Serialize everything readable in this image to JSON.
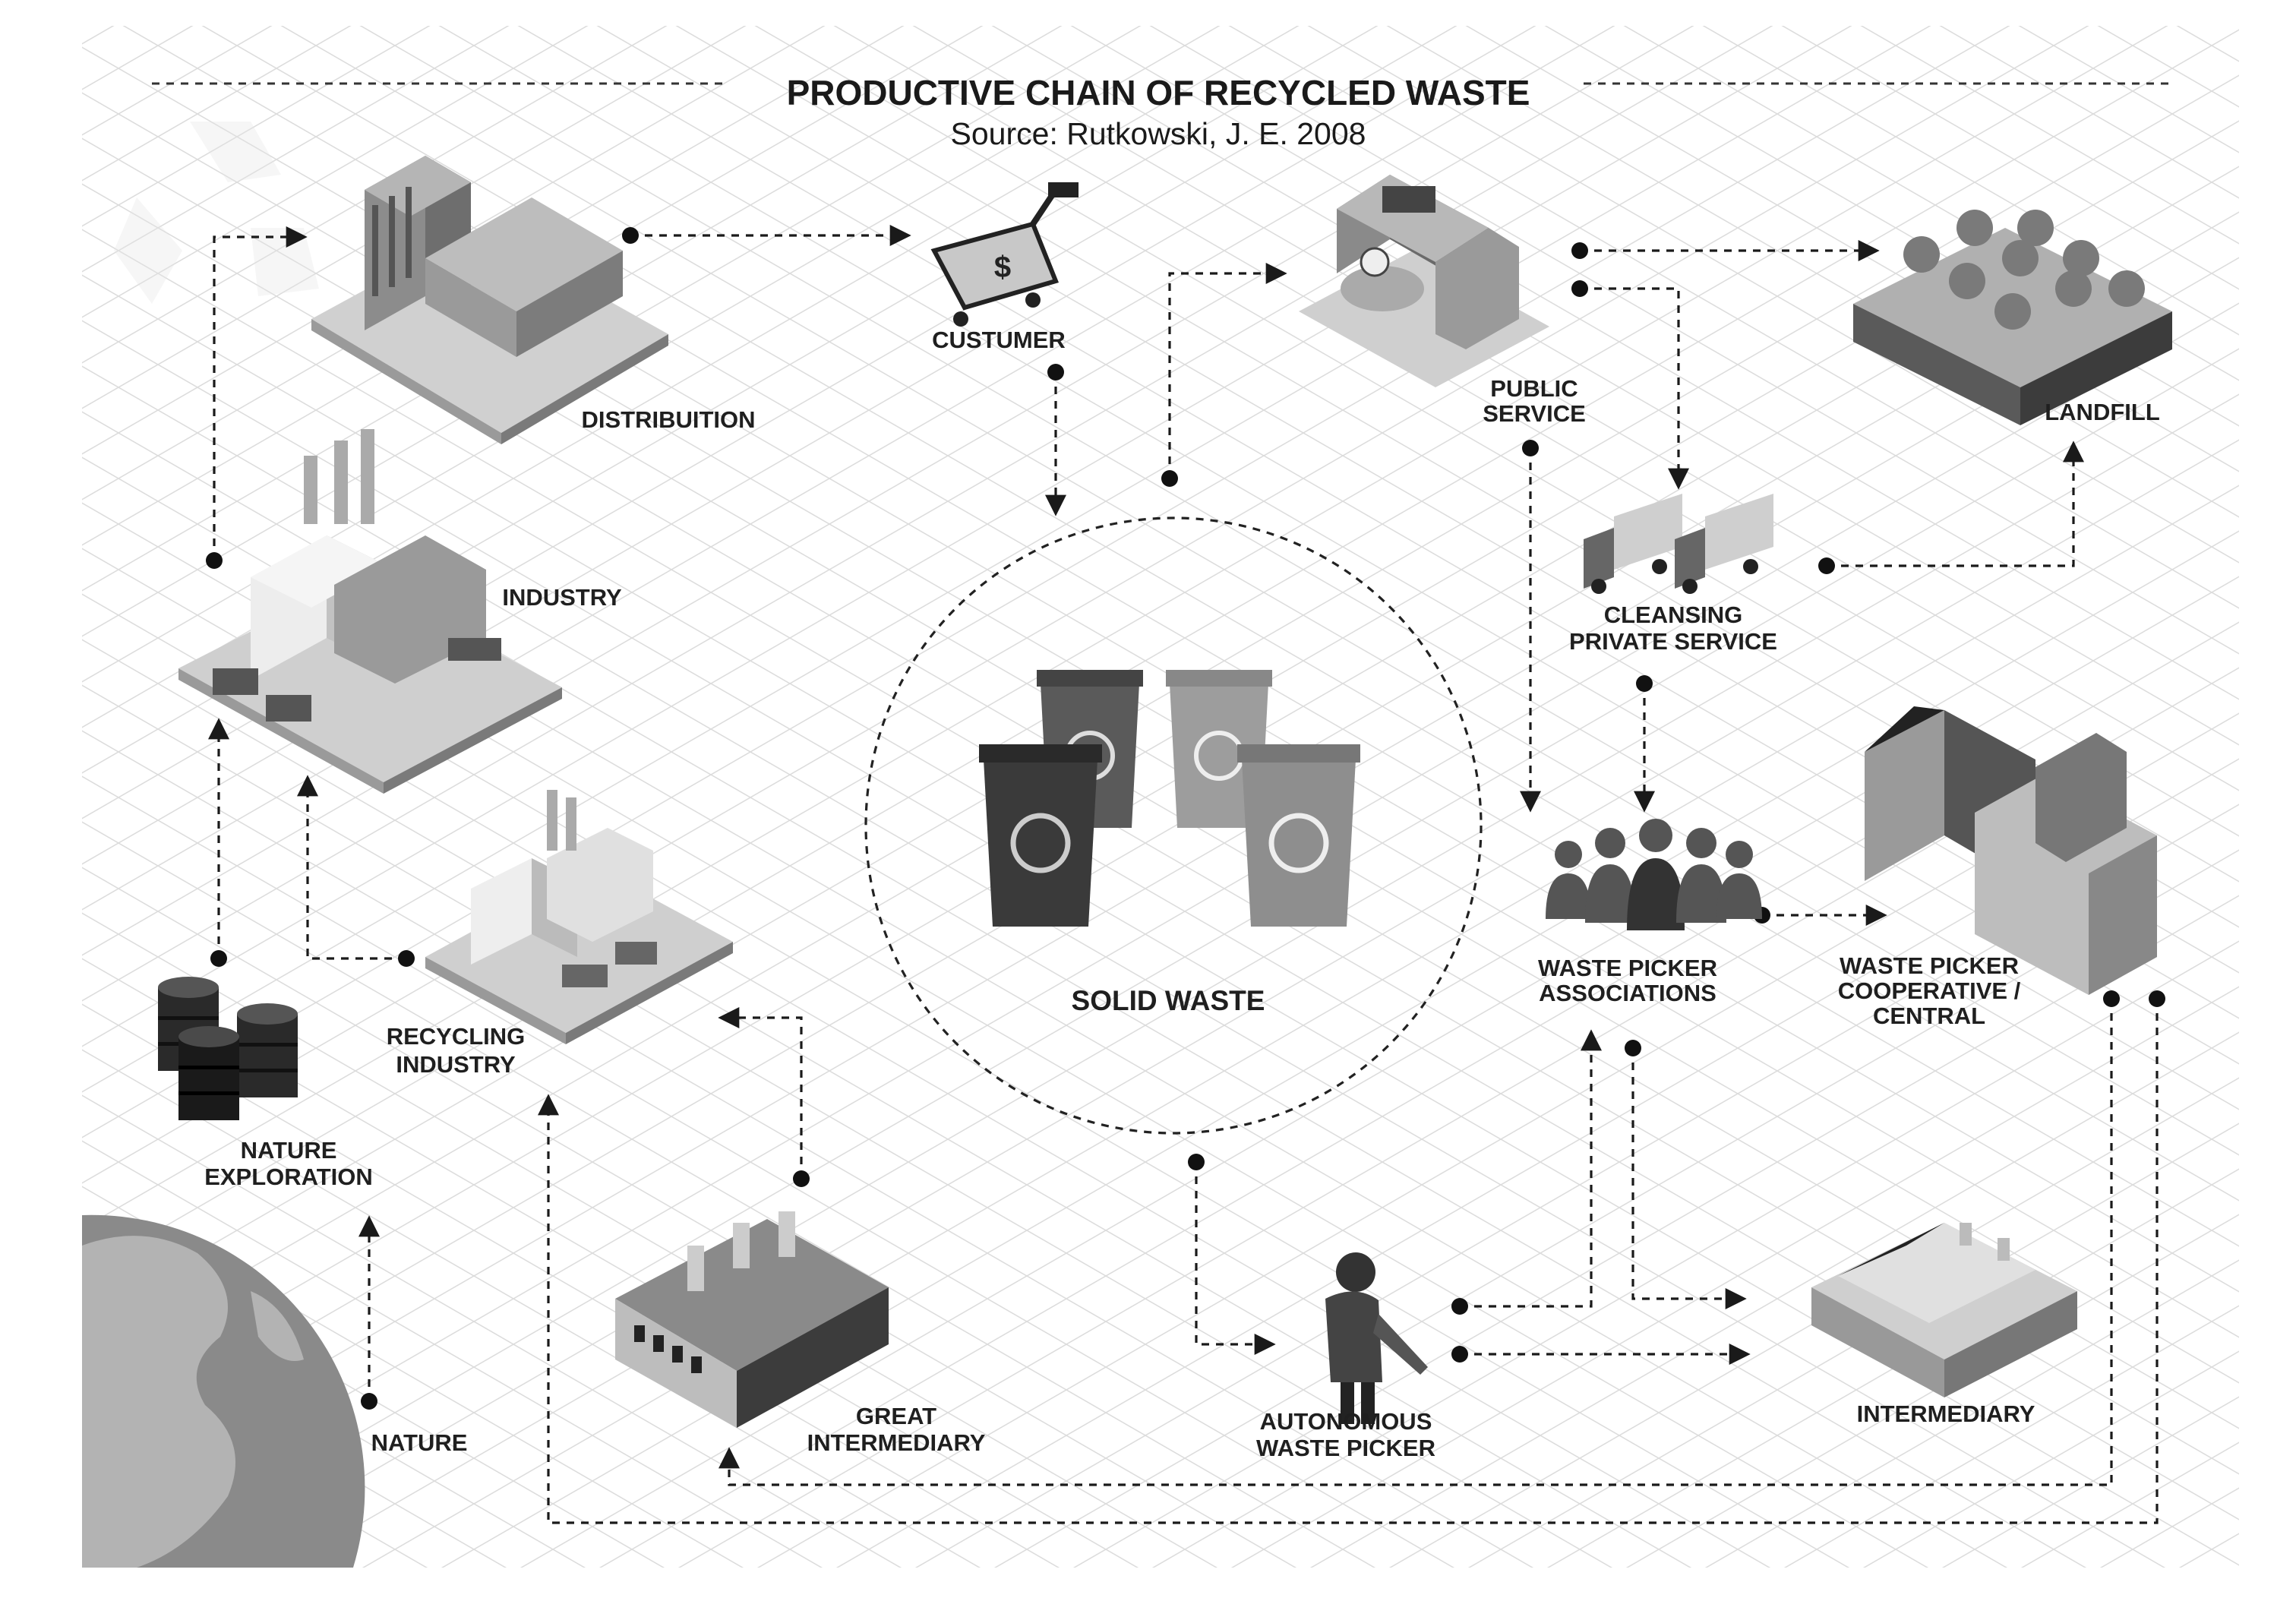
{
  "diagram": {
    "title": "PRODUCTIVE CHAIN OF RECYCLED WASTE",
    "subtitle": "Source: Rutkowski, J. E. 2008",
    "nodes": {
      "distribution": {
        "line1": "DISTRIBUITION",
        "line2": ""
      },
      "custumer": {
        "line1": "CUSTUMER",
        "line2": ""
      },
      "public_service": {
        "line1": "PUBLIC",
        "line2": "SERVICE"
      },
      "landfill": {
        "line1": "LANDFILL",
        "line2": ""
      },
      "industry": {
        "line1": "INDUSTRY",
        "line2": ""
      },
      "cleansing": {
        "line1": "CLEANSING",
        "line2": "PRIVATE SERVICE"
      },
      "solid_waste": {
        "line1": "SOLID WASTE",
        "line2": ""
      },
      "waste_picker_associations": {
        "line1": "WASTE PICKER",
        "line2": "ASSOCIATIONS"
      },
      "cooperative": {
        "line1": "WASTE PICKER",
        "line2": "COOPERATIVE /",
        "line3": "CENTRAL"
      },
      "recycling_industry": {
        "line1": "RECYCLING",
        "line2": "INDUSTRY"
      },
      "nature_exploration": {
        "line1": "NATURE",
        "line2": "EXPLORATION"
      },
      "nature": {
        "line1": "NATURE",
        "line2": ""
      },
      "great_intermediary": {
        "line1": "GREAT",
        "line2": "INTERMEDIARY"
      },
      "autonomous_waste_picker": {
        "line1": "AUTONOMOUS",
        "line2": "WASTE PICKER"
      },
      "intermediary": {
        "line1": "INTERMEDIARY",
        "line2": ""
      }
    },
    "icons": {
      "distribution": "distribution-center-icon",
      "custumer": "shopping-cart-icon",
      "public_service": "public-building-icon",
      "landfill": "landfill-trees-icon",
      "industry": "factory-icon",
      "cleansing": "garbage-trucks-icon",
      "solid_waste": "recycling-bins-icon",
      "waste_picker_associations": "people-group-icon",
      "cooperative": "warehouse-icon",
      "recycling_industry": "recycling-plant-icon",
      "nature_exploration": "oil-barrels-icon",
      "nature": "globe-icon",
      "great_intermediary": "great-warehouse-icon",
      "autonomous_waste_picker": "person-icon",
      "intermediary": "intermediary-depot-icon"
    },
    "colors": {
      "background": "#ffffff",
      "grid": "#dcdcdc",
      "line": "#1a1a1a",
      "label": "#1f1f1f"
    }
  }
}
